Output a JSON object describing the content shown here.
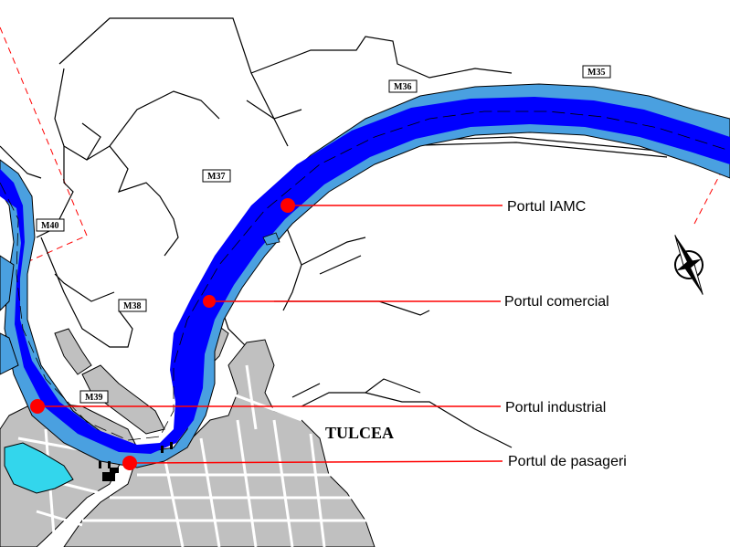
{
  "map": {
    "city_label": "TULCEA",
    "colors": {
      "river_core": "#0000ff",
      "river_shallow": "#4aa0e0",
      "lake": "#33d6ec",
      "urban": "#c0c0c0",
      "pointer": "#ff0000"
    },
    "mile_markers": [
      "M35",
      "M36",
      "M37",
      "M38",
      "M39",
      "M40"
    ],
    "ports": [
      {
        "name": "Portul IAMC"
      },
      {
        "name": "Portul comercial"
      },
      {
        "name": "Portul industrial"
      },
      {
        "name": "Portul de pasageri"
      }
    ],
    "compass_icon": "north-arrow-compass"
  }
}
